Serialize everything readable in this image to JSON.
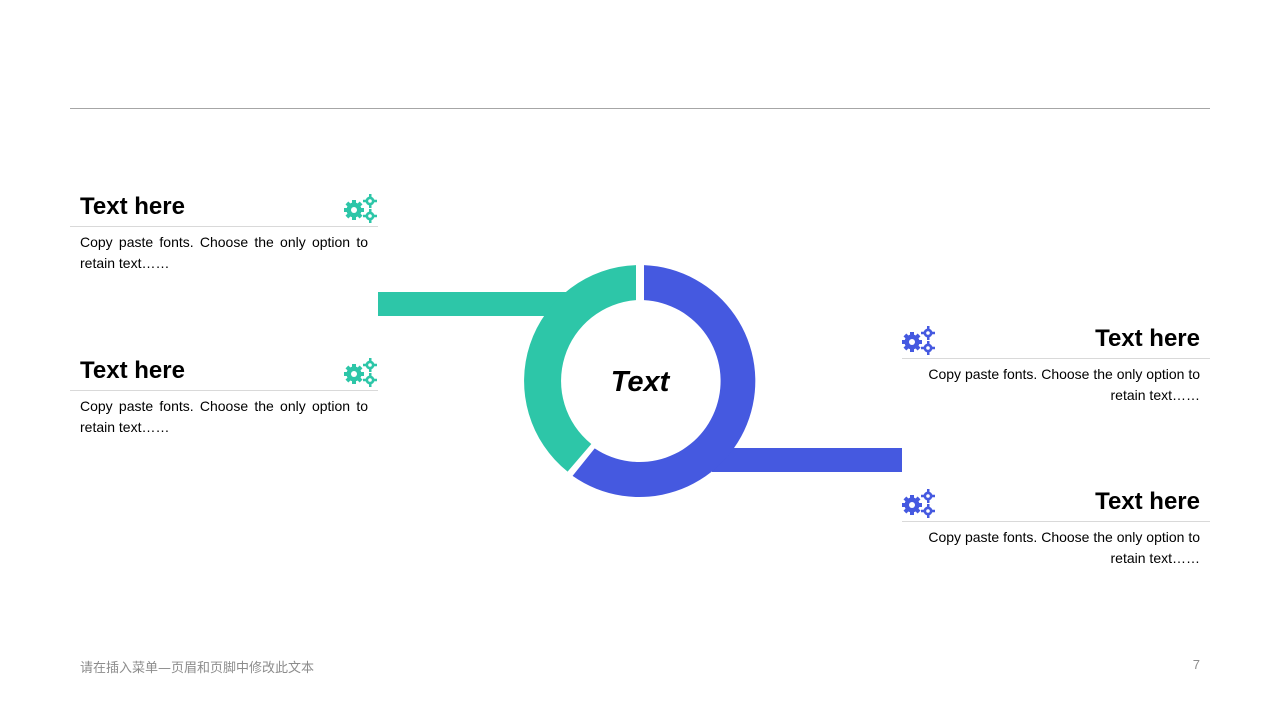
{
  "colors": {
    "teal": "#2dc6a8",
    "blue": "#4559e0",
    "rule": "#a6a6a6",
    "footer": "#8c8c8c"
  },
  "center": {
    "label": "Text"
  },
  "blocks": [
    {
      "title": "Text here",
      "body": "Copy paste fonts. Choose the only option to retain text……",
      "icon": "gears-icon",
      "color": "teal"
    },
    {
      "title": "Text here",
      "body": "Copy paste fonts. Choose the only option to retain text……",
      "icon": "gears-icon",
      "color": "teal"
    },
    {
      "title": "Text here",
      "body": "Copy paste fonts. Choose the only option to retain text……",
      "icon": "gears-icon",
      "color": "blue"
    },
    {
      "title": "Text here",
      "body": "Copy paste fonts. Choose the only option to retain text……",
      "icon": "gears-icon",
      "color": "blue"
    }
  ],
  "footer": {
    "text": "请在插入菜单—页眉和页脚中修改此文本",
    "page_number": "7"
  }
}
